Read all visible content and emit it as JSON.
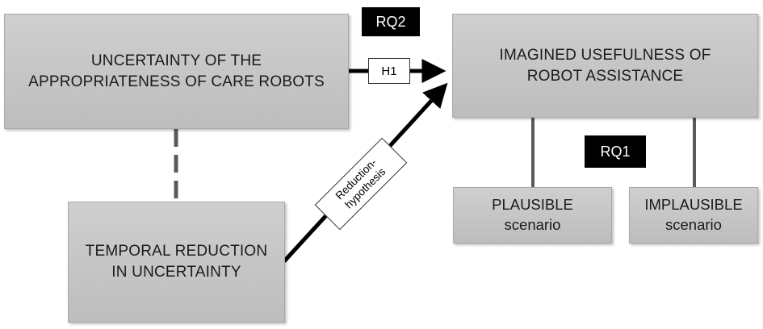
{
  "boxes": {
    "uncertainty": {
      "line1": "UNCERTAINTY OF THE",
      "line2": "APPROPRIATENESS OF CARE ROBOTS"
    },
    "temporal": {
      "line1": "TEMPORAL REDUCTION",
      "line2": "IN UNCERTAINTY"
    },
    "usefulness": {
      "line1": "IMAGINED USEFULNESS OF",
      "line2": "ROBOT ASSISTANCE"
    },
    "plausible": {
      "line1": "PLAUSIBLE",
      "line2": "scenario"
    },
    "implausible": {
      "line1": "IMPLAUSIBLE",
      "line2": "scenario"
    }
  },
  "tags": {
    "rq2": "RQ2",
    "rq1": "RQ1"
  },
  "links": {
    "h1": "H1",
    "reduction_line1": "Reduction-",
    "reduction_line2": "hypothesis"
  },
  "colors": {
    "box_fill": "#c6c6c6",
    "tag_fill": "#000000",
    "arrow": "#000000",
    "connector": "#5a5a5a"
  }
}
